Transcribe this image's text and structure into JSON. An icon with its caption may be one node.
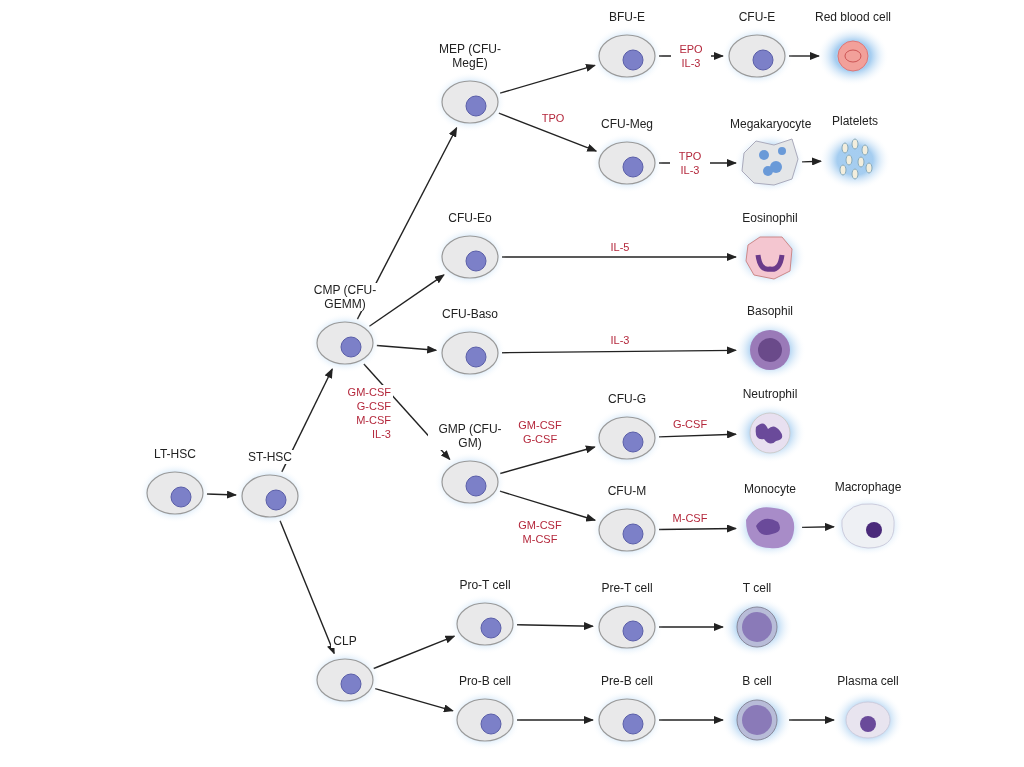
{
  "diagram": {
    "nodes": [
      {
        "text": [
          "LT-HSC"
        ]
      },
      {
        "text": [
          "ST-HSC"
        ]
      },
      {
        "text": [
          "CMP (CFU-GEMM)"
        ]
      },
      {
        "text": [
          "MEP (CFU-MegE)"
        ]
      },
      {
        "text": [
          "BFU-E"
        ]
      },
      {
        "text": [
          "CFU-E"
        ]
      },
      {
        "text": [
          "Red blood cell"
        ]
      },
      {
        "text": [
          "CFU-Meg"
        ]
      },
      {
        "text": [
          "Megakaryocyte"
        ]
      },
      {
        "text": [
          "Platelets"
        ]
      },
      {
        "text": [
          "CFU-Eo"
        ]
      },
      {
        "text": [
          "Eosinophil"
        ]
      },
      {
        "text": [
          "CFU-Baso"
        ]
      },
      {
        "text": [
          "Basophil"
        ]
      },
      {
        "text": [
          "GMP (CFU-GM)"
        ]
      },
      {
        "text": [
          "CFU-G"
        ]
      },
      {
        "text": [
          "Neutrophil"
        ]
      },
      {
        "text": [
          "CFU-M"
        ]
      },
      {
        "text": [
          "Monocyte"
        ]
      },
      {
        "text": [
          "Macrophage"
        ]
      },
      {
        "text": [
          "CLP"
        ]
      },
      {
        "text": [
          "Pro-T cell"
        ]
      },
      {
        "text": [
          "Pre-T cell"
        ]
      },
      {
        "text": [
          "T cell"
        ]
      },
      {
        "text": [
          "Pro-B cell"
        ]
      },
      {
        "text": [
          "Pre-B cell"
        ]
      },
      {
        "text": [
          "B cell"
        ]
      },
      {
        "text": [
          "Plasma cell"
        ]
      }
    ],
    "edges": [
      {
        "from": 0,
        "to": 1,
        "arrow": "to"
      },
      {
        "from": 1,
        "to": 2,
        "arrow": "to"
      },
      {
        "from": 1,
        "to": 20,
        "arrow": "to"
      },
      {
        "from": 2,
        "to": 3,
        "arrow": "to"
      },
      {
        "from": 2,
        "to": 10,
        "arrow": "to"
      },
      {
        "from": 2,
        "to": 12,
        "arrow": "to"
      },
      {
        "from": 2,
        "to": 14,
        "arrow": "to",
        "label": "GM-CSF G-CSF M-CSF IL-3"
      },
      {
        "from": 3,
        "to": 4,
        "arrow": "to"
      },
      {
        "from": 3,
        "to": 7,
        "arrow": "to",
        "label": "TPO"
      },
      {
        "from": 4,
        "to": 5,
        "arrow": "to",
        "label": "EPO IL-3"
      },
      {
        "from": 5,
        "to": 6,
        "arrow": "to"
      },
      {
        "from": 7,
        "to": 8,
        "arrow": "to",
        "label": "TPO IL-3"
      },
      {
        "from": 8,
        "to": 9,
        "arrow": "to"
      },
      {
        "from": 10,
        "to": 11,
        "arrow": "to",
        "label": "IL-5"
      },
      {
        "from": 12,
        "to": 13,
        "arrow": "to",
        "label": "IL-3"
      },
      {
        "from": 14,
        "to": 15,
        "arrow": "to",
        "label": "GM-CSF G-CSF"
      },
      {
        "from": 14,
        "to": 17,
        "arrow": "to",
        "label": "GM-CSF M-CSF"
      },
      {
        "from": 15,
        "to": 16,
        "arrow": "to",
        "label": "G-CSF"
      },
      {
        "from": 17,
        "to": 18,
        "arrow": "to",
        "label": "M-CSF"
      },
      {
        "from": 18,
        "to": 19,
        "arrow": "to"
      },
      {
        "from": 20,
        "to": 21,
        "arrow": "to"
      },
      {
        "from": 20,
        "to": 24,
        "arrow": "to"
      },
      {
        "from": 21,
        "to": 22,
        "arrow": "to"
      },
      {
        "from": 22,
        "to": 23,
        "arrow": "to"
      },
      {
        "from": 24,
        "to": 25,
        "arrow": "to"
      },
      {
        "from": 25,
        "to": 26,
        "arrow": "to"
      },
      {
        "from": 26,
        "to": 27,
        "arrow": "to"
      }
    ]
  }
}
